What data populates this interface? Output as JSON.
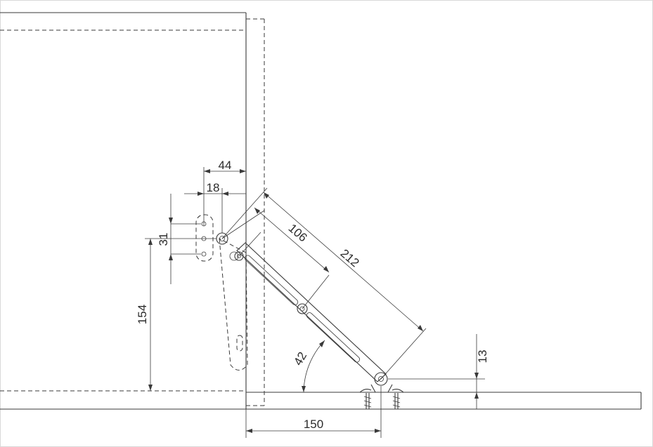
{
  "dimensions": {
    "d44": "44",
    "d18": "18",
    "d31": "31",
    "d154": "154",
    "d106": "106",
    "d212": "212",
    "d42": "42",
    "d13": "13",
    "d150": "150"
  },
  "colors": {
    "line": "#3a3a3a",
    "background": "#ffffff"
  }
}
